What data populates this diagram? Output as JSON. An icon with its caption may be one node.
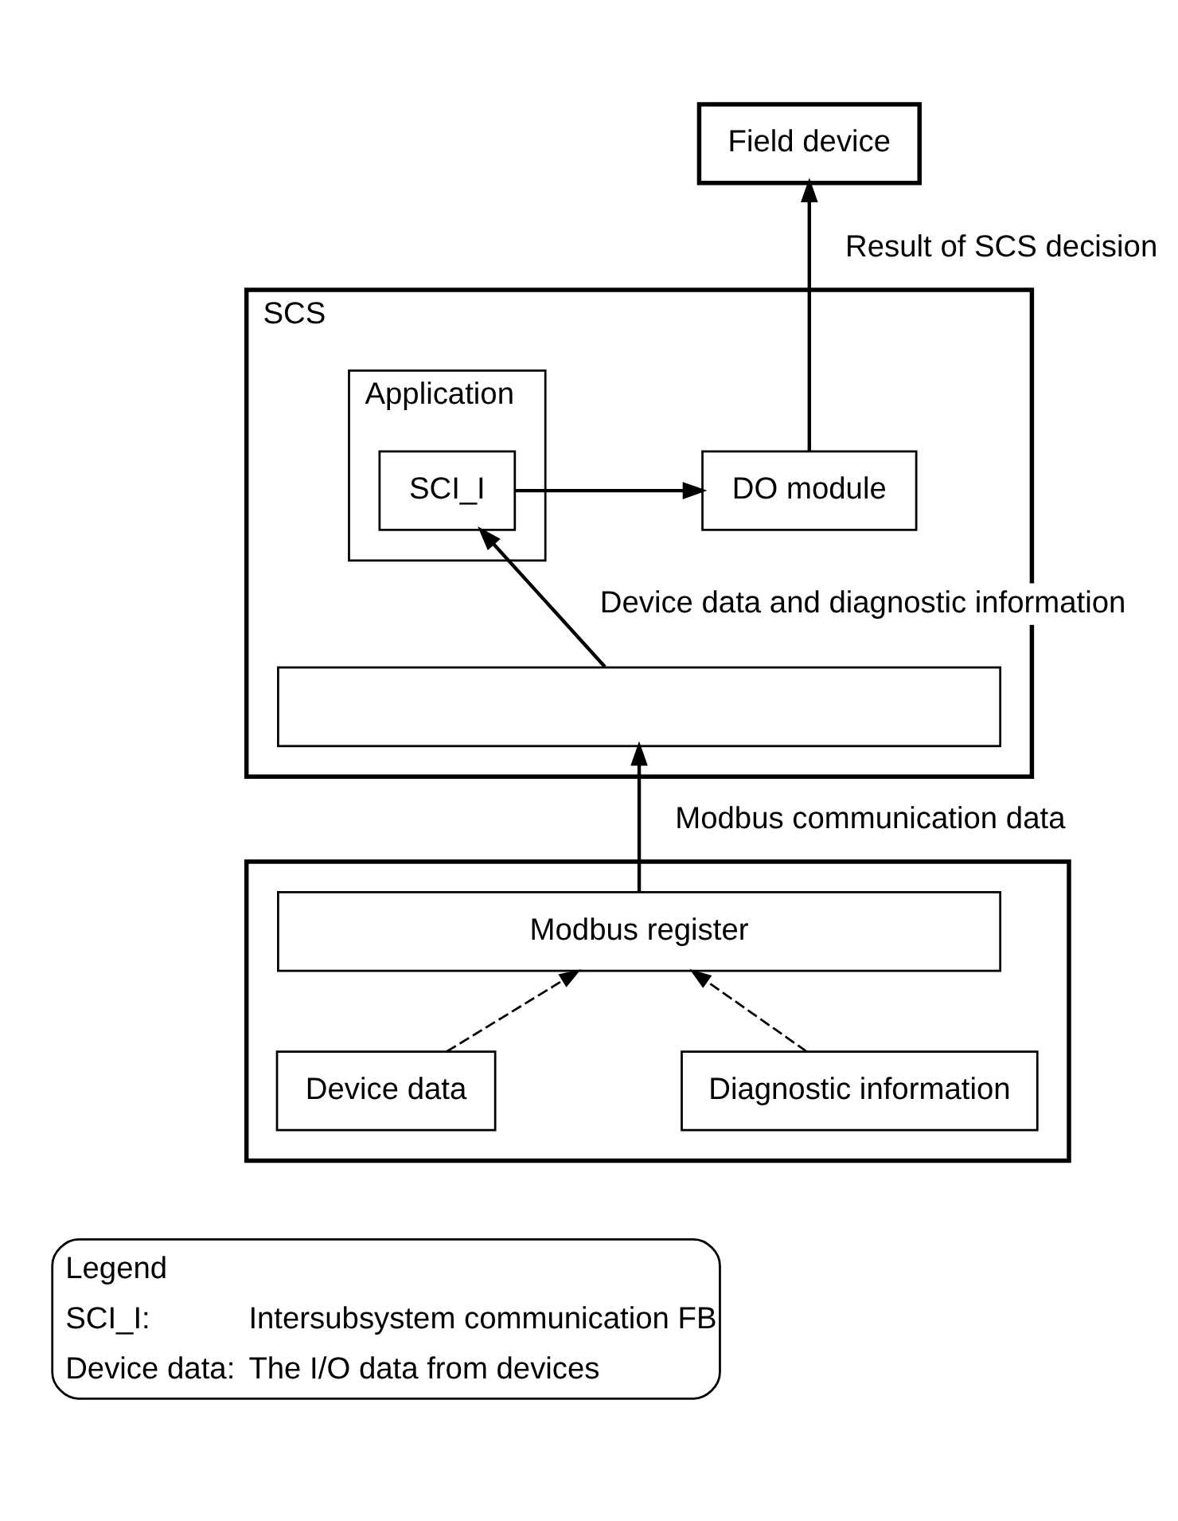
{
  "diagram": {
    "nodes": [
      {
        "text": [
          "Field device"
        ]
      },
      {
        "text": [
          "SCS"
        ]
      },
      {
        "text": [
          "Application"
        ],
        "in": 1
      },
      {
        "text": [
          "SCI_I"
        ],
        "in": 2
      },
      {
        "text": [
          "DO module"
        ],
        "in": 1
      },
      {
        "text": [],
        "shape": "box",
        "in": 1
      },
      {
        "text": [],
        "shape": "box"
      },
      {
        "text": [
          "Modbus register"
        ],
        "in": 6
      },
      {
        "text": [
          "Device data"
        ],
        "in": 6
      },
      {
        "text": [
          "Diagnostic information"
        ],
        "in": 6
      }
    ],
    "edges": [
      {
        "from": 4,
        "to": 0,
        "arrow": "to",
        "label": "Result of SCS decision"
      },
      {
        "from": 3,
        "to": 4,
        "arrow": "to"
      },
      {
        "from": 5,
        "to": 3,
        "arrow": "to",
        "label": "Device data and diagnostic information"
      },
      {
        "from": 7,
        "to": 5,
        "arrow": "to",
        "label": "Modbus communication data"
      },
      {
        "from": 8,
        "to": 7,
        "arrow": "to",
        "style": "dashed"
      },
      {
        "from": 9,
        "to": 7,
        "arrow": "to",
        "style": "dashed"
      }
    ],
    "labels": [
      "Legend",
      "SCI_I:",
      "Intersubsystem communication FB",
      "Device data:",
      "The I/O data from devices"
    ]
  }
}
